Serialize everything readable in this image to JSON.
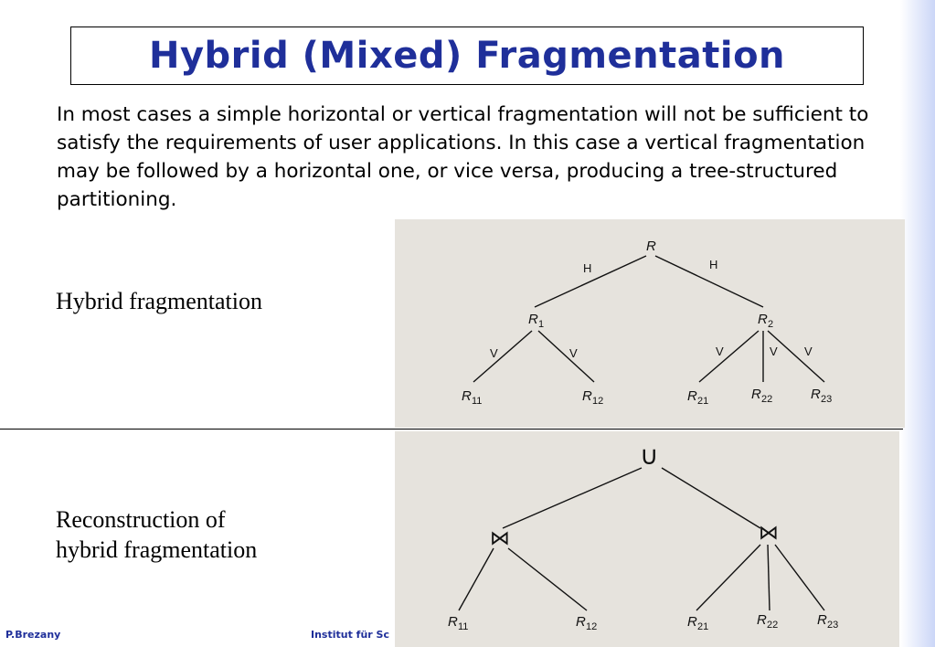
{
  "title": "Hybrid (Mixed) Fragmentation",
  "intro": "In most cases a simple horizontal or vertical fragmentation will not be sufficient to satisfy the requirements of user applications. In this case a vertical fragmentation may be followed by a horizontal one, or vice versa, producing a tree-structured partitioning.",
  "labels": {
    "hybrid": "Hybrid fragmentation",
    "reconstruction_line1": "Reconstruction of",
    "reconstruction_line2": "hybrid fragmentation"
  },
  "fragmentation_tree": {
    "root": "R",
    "edge_horizontal": "H",
    "edge_vertical": "V",
    "level1": [
      {
        "base": "R",
        "sub": "1"
      },
      {
        "base": "R",
        "sub": "2"
      }
    ],
    "leaves": [
      {
        "base": "R",
        "sub": "11"
      },
      {
        "base": "R",
        "sub": "12"
      },
      {
        "base": "R",
        "sub": "21"
      },
      {
        "base": "R",
        "sub": "22"
      },
      {
        "base": "R",
        "sub": "23"
      }
    ]
  },
  "reconstruction_tree": {
    "root_op": "∪",
    "join_op": "⋈",
    "leaves": [
      {
        "base": "R",
        "sub": "11"
      },
      {
        "base": "R",
        "sub": "12"
      },
      {
        "base": "R",
        "sub": "21"
      },
      {
        "base": "R",
        "sub": "22"
      },
      {
        "base": "R",
        "sub": "23"
      }
    ]
  },
  "footer": {
    "author": "P.Brezany",
    "institute": "Institut für Sc"
  },
  "colors": {
    "title": "#1f2f9a",
    "band": "#cbd6f7",
    "scan_bg": "#e6e3dd"
  }
}
